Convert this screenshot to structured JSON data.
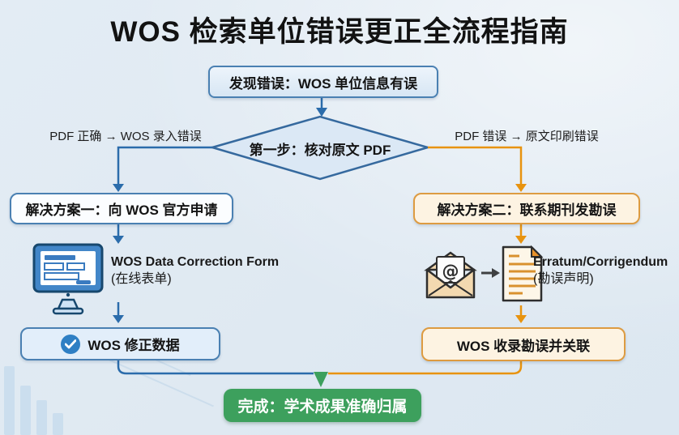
{
  "title": "WOS 检索单位错误更正全流程指南",
  "nodes": {
    "start": "发现错误：WOS 单位信息有误",
    "decision": "第一步：核对原文 PDF",
    "branch_left": "PDF 正确 → WOS 录入错误",
    "branch_right": "PDF 错误 → 原文印刷错误",
    "solution_left": "解决方案一：向 WOS 官方申请",
    "solution_right": "解决方案二：联系期刊发勘误",
    "form_title": "WOS Data Correction Form",
    "form_sub": "(在线表单)",
    "erratum_title": "Erratum/Corrigendum",
    "erratum_sub": "(勘误声明)",
    "result_left": "WOS 修正数据",
    "result_right": "WOS 收录勘误并关联",
    "finish": "完成：学术成果准确归属"
  },
  "icons": {
    "at_symbol": "@"
  },
  "colors": {
    "background": "#dfe9f2",
    "blue_line": "#2b6cab",
    "blue_border": "#4a80b2",
    "blue_fill": "#e2eefa",
    "diamond_fill": "#dbe8f5",
    "orange_line": "#e8930f",
    "orange_border": "#dd9b41",
    "cream_fill": "#fdf3e2",
    "green": "#3da05d",
    "check_blue": "#2e7fc4",
    "text": "#141414"
  }
}
